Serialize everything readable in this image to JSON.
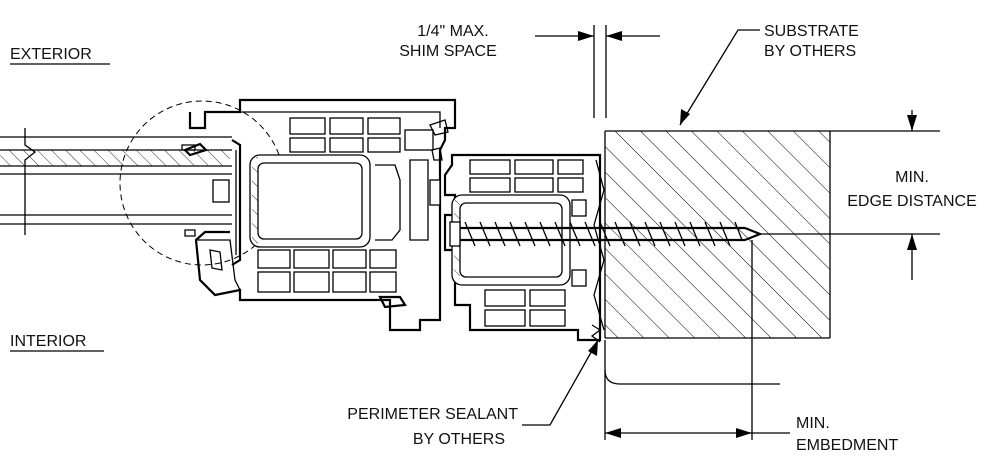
{
  "labels": {
    "exterior": "EXTERIOR",
    "interior": "INTERIOR",
    "shim_line1": "1/4\" MAX.",
    "shim_line2": "SHIM SPACE",
    "substrate_line1": "SUBSTRATE",
    "substrate_line2": "BY OTHERS",
    "edge_line1": "MIN.",
    "edge_line2": "EDGE DISTANCE",
    "sealant_line1": "PERIMETER SEALANT",
    "sealant_line2": "BY OTHERS",
    "embed_line1": "MIN.",
    "embed_line2": "EMBEDMENT"
  },
  "colors": {
    "ink": "#000000",
    "paper": "#ffffff"
  }
}
